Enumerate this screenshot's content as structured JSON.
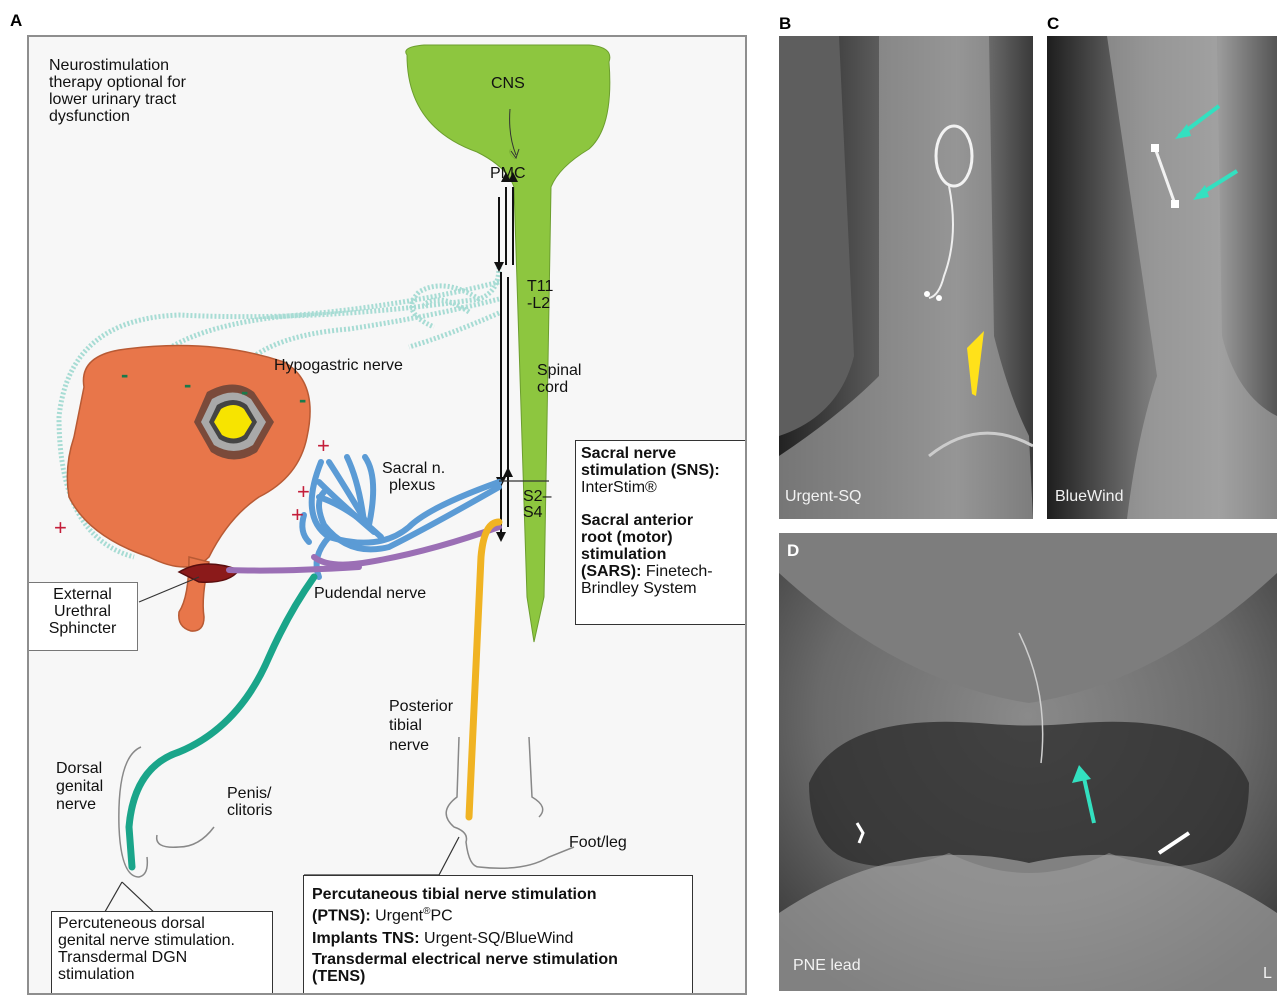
{
  "panels": {
    "a": "A",
    "b": "B",
    "c": "C",
    "d": "D"
  },
  "intro": [
    "Neurostimulation",
    "therapy optional for",
    "lower urinary tract",
    "dysfunction"
  ],
  "labels": {
    "cns": "CNS",
    "pmc": "PMC",
    "t11": "T11",
    "l2": "-L2",
    "spinal1": "Spinal",
    "spinal2": "cord",
    "hypogastric": "Hypogastric nerve",
    "sacral_plexus1": "Sacral n.",
    "sacral_plexus2": "plexus",
    "s2": "S2–",
    "s4": "S4",
    "pudendal": "Pudendal nerve",
    "posterior1": "Posterior",
    "posterior2": "tibial",
    "posterior3": "nerve",
    "dorsal1": "Dorsal",
    "dorsal2": "genital",
    "dorsal3": "nerve",
    "penis1": "Penis/",
    "penis2": "clitoris",
    "foot": "Foot/leg"
  },
  "signs": {
    "minus": "-",
    "plus": "+"
  },
  "eus_box": [
    "External",
    "Urethral",
    "Sphincter"
  ],
  "sns_box": {
    "sns_title1": "Sacral nerve",
    "sns_title2": "stimulation (SNS):",
    "sns_device": "InterStim®",
    "sars_title1": "Sacral anterior",
    "sars_title2": "root (motor)",
    "sars_title3": "stimulation",
    "sars_title4": "(SARS):",
    "sars_device1": " Finetech-",
    "sars_device2": "Brindley System"
  },
  "tibial_box": {
    "ptns_title1": "Percutaneous tibial nerve stimulation",
    "ptns_title2": "(PTNS):",
    "ptns_device_pre": " Urgent",
    "ptns_device_sup": "®",
    "ptns_device_post": "PC",
    "implant_title": "Implants TNS:",
    "implant_device": " Urgent-SQ/BlueWind",
    "tens_title1": "Transdermal electrical nerve stimulation",
    "tens_title2": "(TENS)"
  },
  "dgn_box": [
    "Percuteneous dorsal",
    "genital nerve stimulation.",
    "Transdermal DGN",
    "stimulation"
  ],
  "xrays": {
    "b": "Urgent-SQ",
    "c": "BlueWind",
    "d": "PNE lead",
    "d_corner": "L"
  },
  "colors": {
    "brain": "#8dc63f",
    "bladder": "#e8764a",
    "sacral_nerve": "#5b9bd5",
    "pudendal_nerve": "#9b6fb5",
    "dgn_nerve": "#1aa58a",
    "tibial_nerve": "#f0b323",
    "hypogastric": "#bfe6e0",
    "sphincter": "#8b1a1a",
    "arrow_yellow": "#ffe11a",
    "arrow_teal": "#33e0c0"
  }
}
